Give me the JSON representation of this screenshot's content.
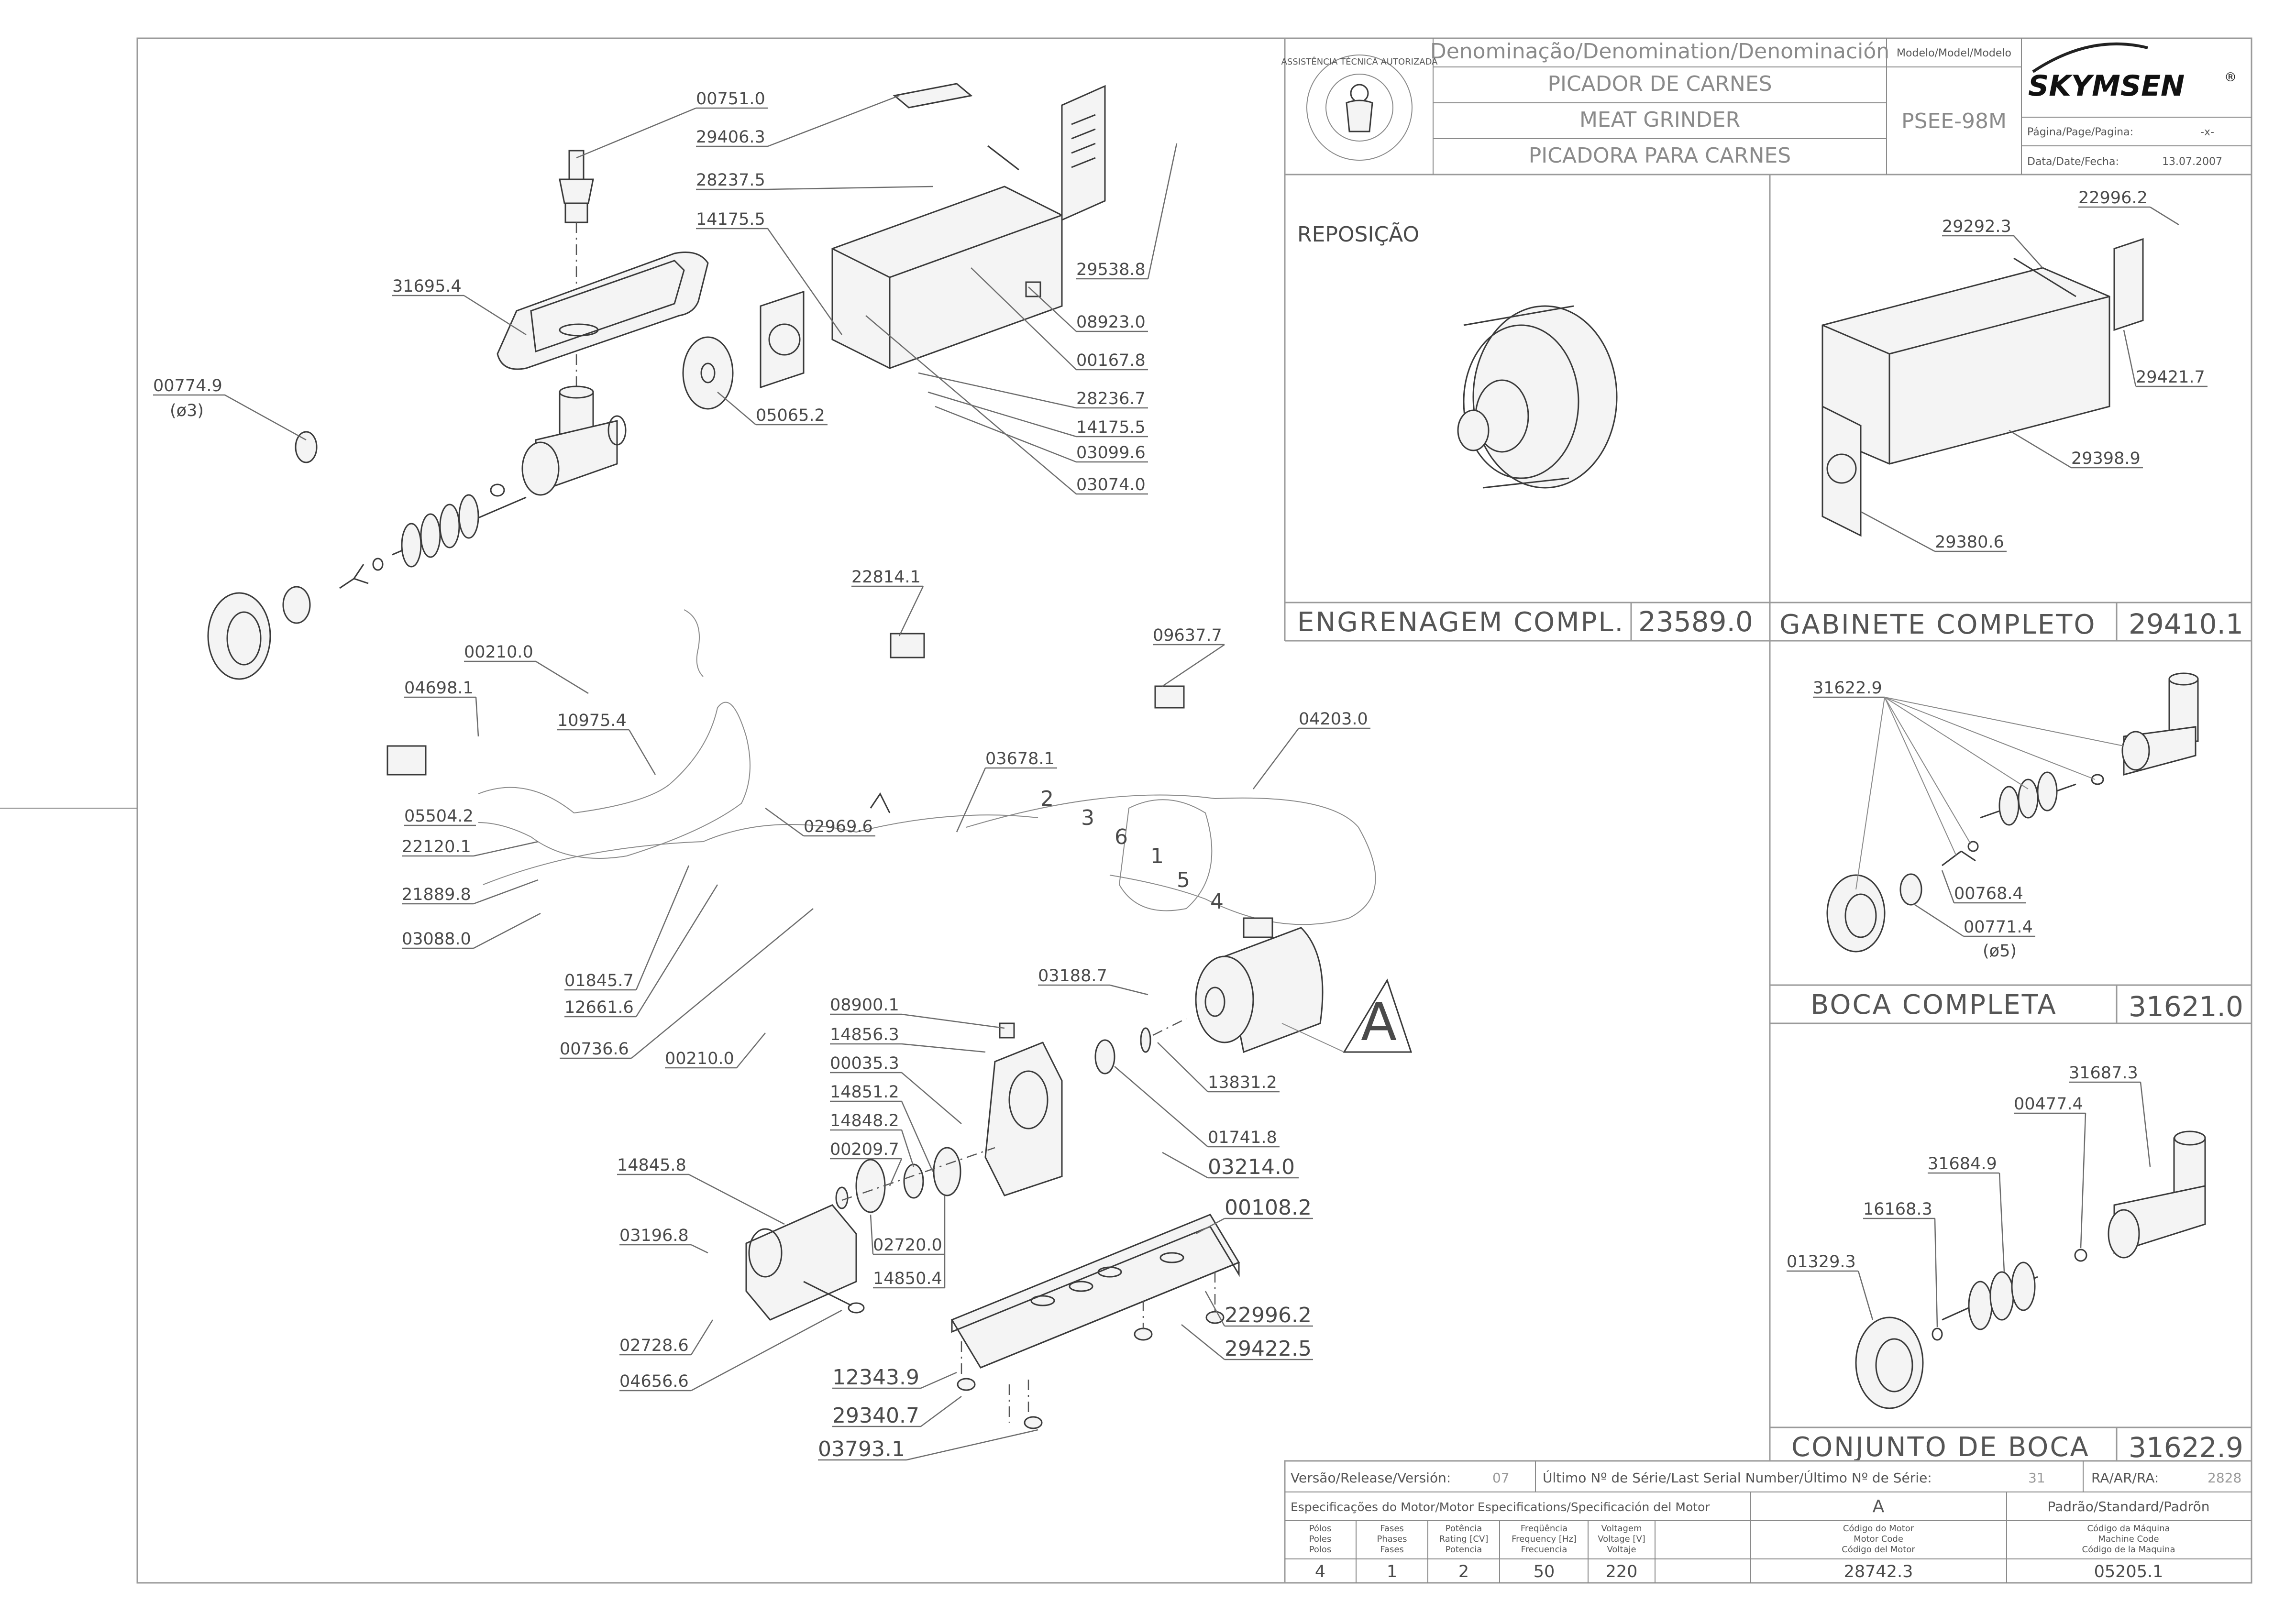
{
  "header": {
    "denomination_label": "Denominação/Denomination/Denominación",
    "name_pt": "PICADOR DE CARNES",
    "name_en": "MEAT GRINDER",
    "name_es": "PICADORA PARA CARNES",
    "model_label": "Modelo/Model/Modelo",
    "model": "PSEE-98M",
    "brand": "SKYMSEN",
    "brand_mark": "®",
    "page_label": "Página/Page/Pagina:",
    "page_value": "-x-",
    "date_label": "Data/Date/Fecha:",
    "date_value": "13.07.2007",
    "seal_text": "ASSISTÊNCIA TÉCNICA AUTORIZADA"
  },
  "main_labels": [
    {
      "id": "l1",
      "text": "00751.0"
    },
    {
      "id": "l2",
      "text": "29406.3"
    },
    {
      "id": "l3",
      "text": "28237.5"
    },
    {
      "id": "l4",
      "text": "14175.5"
    },
    {
      "id": "l5",
      "text": "31695.4"
    },
    {
      "id": "l6",
      "text": "00774.9"
    },
    {
      "id": "l7",
      "text": "(ø3)"
    },
    {
      "id": "l8",
      "text": "05065.2"
    },
    {
      "id": "l9",
      "text": "29538.8"
    },
    {
      "id": "l10",
      "text": "08923.0"
    },
    {
      "id": "l11",
      "text": "00167.8"
    },
    {
      "id": "l12",
      "text": "28236.7"
    },
    {
      "id": "l13",
      "text": "14175.5"
    },
    {
      "id": "l14",
      "text": "03099.6"
    },
    {
      "id": "l15",
      "text": "03074.0"
    },
    {
      "id": "l16",
      "text": "22814.1"
    },
    {
      "id": "l17",
      "text": "09637.7"
    },
    {
      "id": "l18",
      "text": "00210.0"
    },
    {
      "id": "l19",
      "text": "04698.1"
    },
    {
      "id": "l20",
      "text": "10975.4"
    },
    {
      "id": "l21",
      "text": "04203.0"
    },
    {
      "id": "l22",
      "text": "03678.1"
    },
    {
      "id": "l23",
      "text": "05504.2"
    },
    {
      "id": "l24",
      "text": "02969.6"
    },
    {
      "id": "l25",
      "text": "22120.1"
    },
    {
      "id": "l26",
      "text": "21889.8"
    },
    {
      "id": "l27",
      "text": "03088.0"
    },
    {
      "id": "l28",
      "text": "01845.7"
    },
    {
      "id": "l29",
      "text": "12661.6"
    },
    {
      "id": "l30",
      "text": "00736.6"
    },
    {
      "id": "l31",
      "text": "00210.0"
    },
    {
      "id": "l32",
      "text": "03188.7"
    },
    {
      "id": "l33",
      "text": "08900.1"
    },
    {
      "id": "l34",
      "text": "14856.3"
    },
    {
      "id": "l35",
      "text": "00035.3"
    },
    {
      "id": "l36",
      "text": "14851.2"
    },
    {
      "id": "l37",
      "text": "14848.2"
    },
    {
      "id": "l38",
      "text": "00209.7"
    },
    {
      "id": "l39",
      "text": "14845.8"
    },
    {
      "id": "l40",
      "text": "03196.8"
    },
    {
      "id": "l41",
      "text": "02720.0"
    },
    {
      "id": "l42",
      "text": "14850.4"
    },
    {
      "id": "l43",
      "text": "02728.6"
    },
    {
      "id": "l44",
      "text": "04656.6"
    },
    {
      "id": "l45",
      "text": "13831.2"
    },
    {
      "id": "l46",
      "text": "01741.8"
    },
    {
      "id": "l47",
      "text": "03214.0"
    },
    {
      "id": "l48",
      "text": "00108.2"
    },
    {
      "id": "l49",
      "text": "22996.2"
    },
    {
      "id": "l50",
      "text": "29422.5"
    },
    {
      "id": "l51",
      "text": "12343.9"
    },
    {
      "id": "l52",
      "text": "29340.7"
    },
    {
      "id": "l53",
      "text": "03793.1"
    }
  ],
  "wire_numbers": [
    "2",
    "3",
    "6",
    "1",
    "5",
    "4"
  ],
  "motor_letter": "A",
  "panels": {
    "gear": {
      "heading": "REPOSIÇÃO",
      "title": "ENGRENAGEM COMPL.",
      "code": "23589.0"
    },
    "cabinet": {
      "title": "GABINETE COMPLETO",
      "code": "29410.1",
      "labels": [
        "22996.2",
        "29292.3",
        "29421.7",
        "29398.9",
        "29380.6"
      ]
    },
    "mouth": {
      "title": "BOCA COMPLETA",
      "code": "31621.0",
      "labels": [
        "31622.9",
        "00768.4",
        "00771.4",
        "(ø5)"
      ]
    },
    "mouth_set": {
      "title": "CONJUNTO DE BOCA",
      "code": "31622.9",
      "labels": [
        "31687.3",
        "00477.4",
        "31684.9",
        "16168.3",
        "01329.3"
      ]
    }
  },
  "footer": {
    "version_label": "Versão/Release/Versión:",
    "version_value": "07",
    "serial_label": "Último Nº de Série/Last Serial Number/Último Nº de Série:",
    "serial_value": "31",
    "ra_label": "RA/AR/RA:",
    "ra_value": "2828",
    "motor_spec_label": "Especificações do Motor/Motor Especifications/Specificación del Motor",
    "motor_letter": "A",
    "standard_label": "Padrão/Standard/Padrõn",
    "columns": [
      {
        "l1": "Pólos",
        "l2": "Poles",
        "l3": "Polos",
        "value": "4"
      },
      {
        "l1": "Fases",
        "l2": "Phases",
        "l3": "Fases",
        "value": "1"
      },
      {
        "l1": "Potência",
        "l2": "Rating [CV]",
        "l3": "Potencia",
        "value": "2"
      },
      {
        "l1": "Freqüência",
        "l2": "Frequency [Hz]",
        "l3": "Frecuencia",
        "value": "50"
      },
      {
        "l1": "Voltagem",
        "l2": "Voltage [V]",
        "l3": "Voltaje",
        "value": "220"
      },
      {
        "l1": "Código do Motor",
        "l2": "Motor Code",
        "l3": "Código del Motor",
        "value": "28742.3"
      },
      {
        "l1": "Código da Máquina",
        "l2": "Machine Code",
        "l3": "Código de la Maquina",
        "value": "05205.1"
      }
    ]
  }
}
